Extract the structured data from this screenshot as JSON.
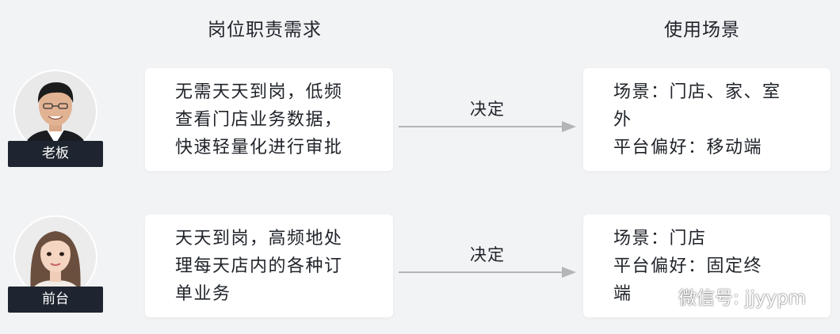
{
  "headers": {
    "duty": "岗位职责需求",
    "scene": "使用场景"
  },
  "rows": [
    {
      "role": "老板",
      "avatar_icon": "man-avatar-icon",
      "duty_lines": [
        "无需天天到岗，低频",
        "查看门店业务数据，",
        "快速轻量化进行审批"
      ],
      "arrow_label": "决定",
      "scene_lines": [
        "场景：门店、家、室",
        "外",
        "平台偏好：移动端"
      ]
    },
    {
      "role": "前台",
      "avatar_icon": "woman-avatar-icon",
      "duty_lines": [
        "天天到岗，高频地处",
        "理每天店内的各种订",
        "单业务"
      ],
      "arrow_label": "决定",
      "scene_lines": [
        "场景：门店",
        "平台偏好：固定终",
        "端"
      ]
    }
  ],
  "watermark": {
    "icon": "wechat-icon",
    "text": "微信号: jjyypm"
  },
  "colors": {
    "background": "#f2f3f5",
    "card": "#ffffff",
    "role_tag": "#1e2530",
    "arrow": "#b3b5b8",
    "text": "#1f2329"
  }
}
